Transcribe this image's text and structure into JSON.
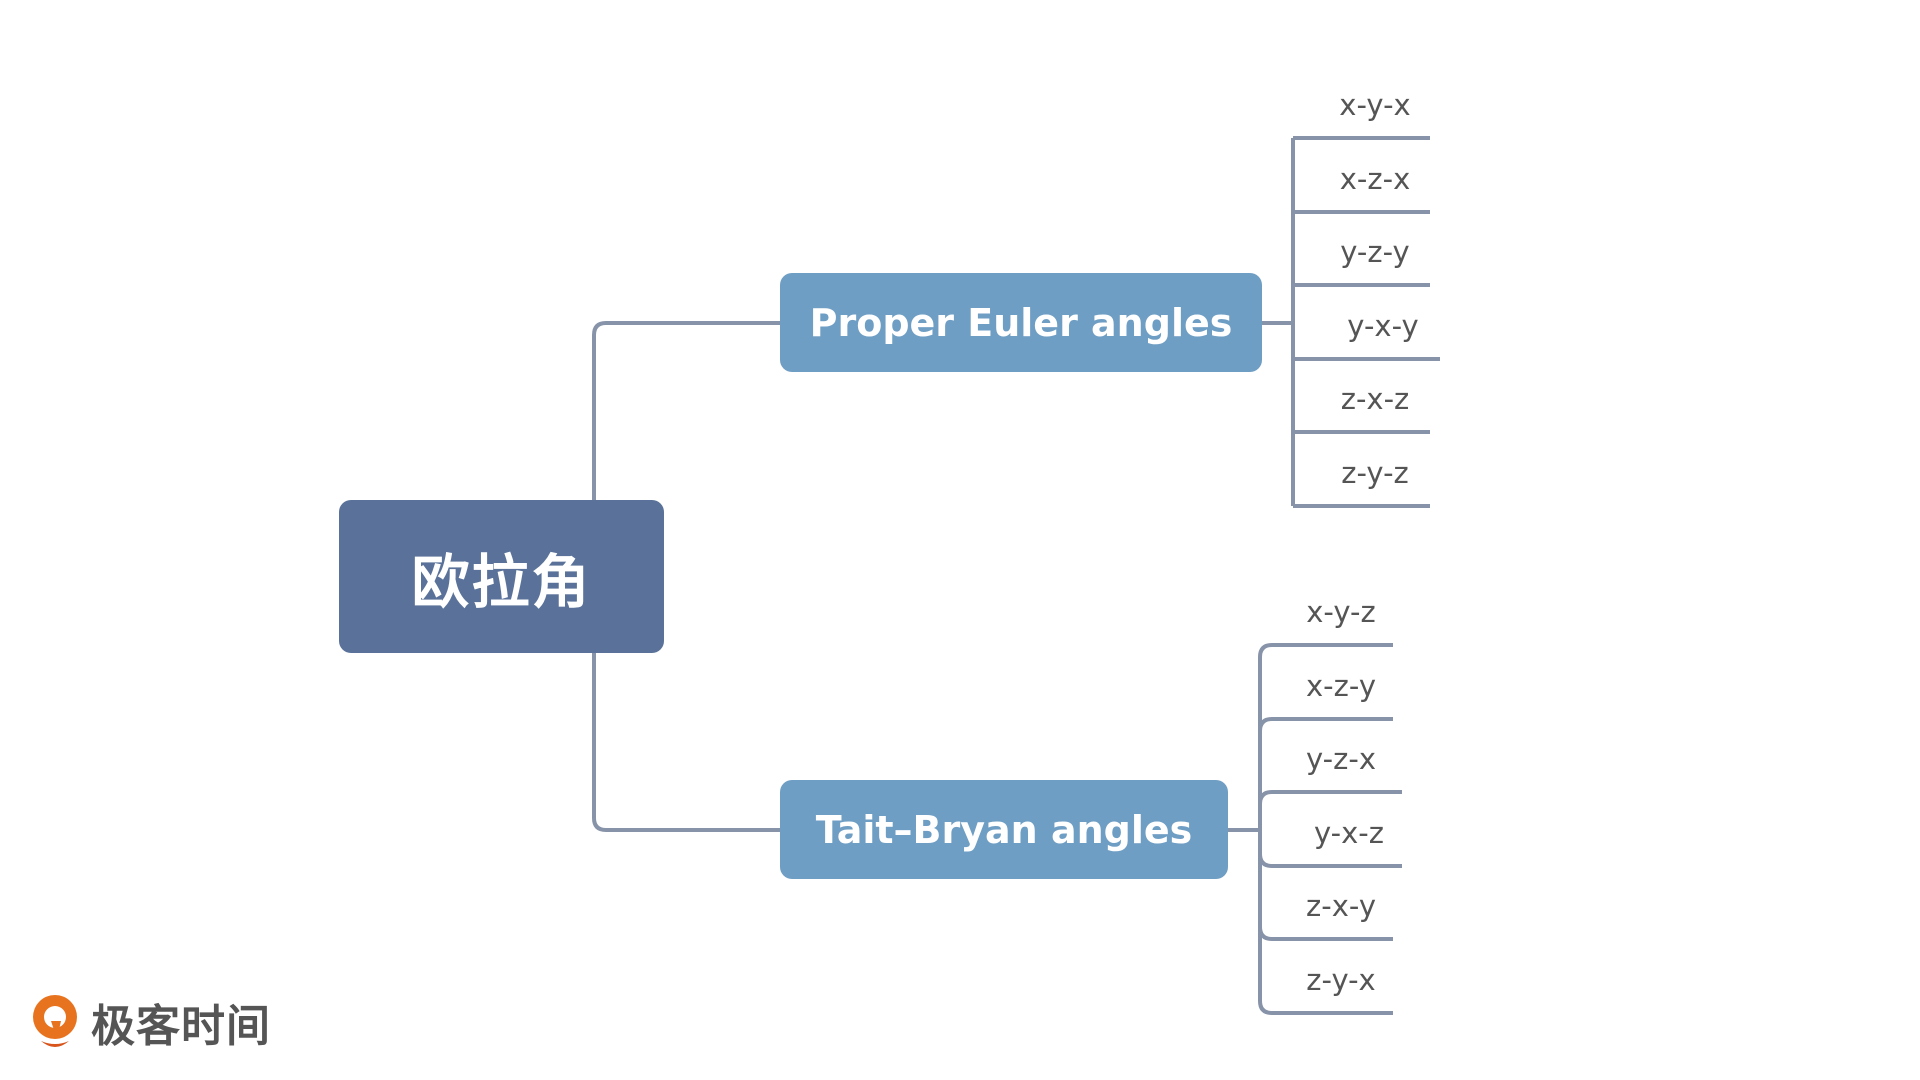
{
  "root": {
    "label": "欧拉角"
  },
  "branches": [
    {
      "label": "Proper Euler angles",
      "leaves": [
        "x-y-x",
        "x-z-x",
        "y-z-y",
        "y-x-y",
        "z-x-z",
        "z-y-z"
      ]
    },
    {
      "label": "Tait–Bryan angles",
      "leaves": [
        "x-y-z",
        "x-z-y",
        "y-z-x",
        "y-x-z",
        "z-x-y",
        "z-y-x"
      ]
    }
  ],
  "logo": {
    "text": "极客时间"
  },
  "colors": {
    "root": "#5a7299",
    "branch": "#6f9ec4",
    "line": "#8793a8",
    "logo": "#e8731f"
  }
}
